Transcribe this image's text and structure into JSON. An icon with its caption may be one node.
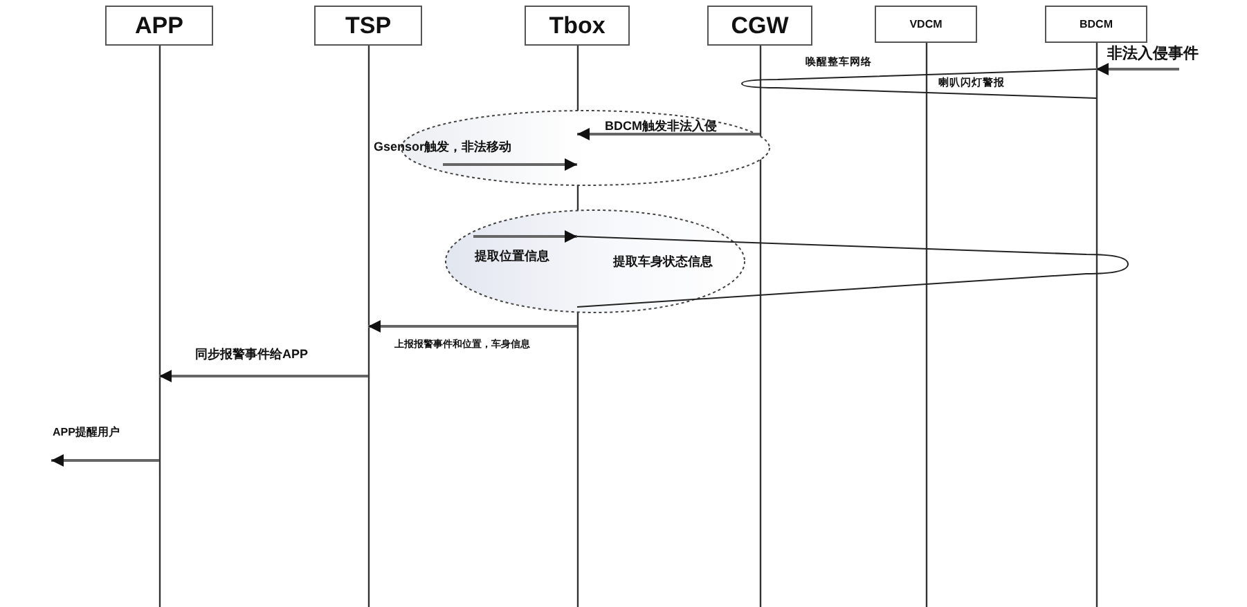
{
  "diagram": {
    "nodes": [
      {
        "text": [
          "APP"
        ]
      },
      {
        "text": [
          "TSP"
        ]
      },
      {
        "text": [
          "Tbox"
        ]
      },
      {
        "text": [
          "CGW"
        ]
      },
      {
        "text": [
          "VDCM"
        ]
      },
      {
        "text": [
          "BDCM"
        ]
      }
    ],
    "edges": [
      {
        "from": null,
        "to": 5,
        "arrow": "to",
        "label": "非法入侵事件"
      },
      {
        "from": 5,
        "to": 3,
        "arrow": "none",
        "label": "唤醒整车网络"
      },
      {
        "from": 3,
        "to": 5,
        "arrow": "none",
        "label": "喇叭闪灯警报"
      },
      {
        "from": 3,
        "to": 2,
        "arrow": "to",
        "label": "BDCM触发非法入侵"
      },
      {
        "from": null,
        "to": 2,
        "arrow": "to",
        "label": "Gsensor触发，非法移动"
      },
      {
        "from": null,
        "to": 2,
        "arrow": "to",
        "label": "提取位置信息"
      },
      {
        "from": 2,
        "to": 5,
        "arrow": "none",
        "label": "提取车身状态信息"
      },
      {
        "from": 5,
        "to": 2,
        "arrow": "none"
      },
      {
        "from": 2,
        "to": 1,
        "arrow": "to",
        "label": "上报报警事件和位置，车身信息"
      },
      {
        "from": 1,
        "to": 0,
        "arrow": "to",
        "label": "同步报警事件给APP"
      },
      {
        "from": 0,
        "to": null,
        "arrow": "to",
        "label": "APP提醒用户"
      }
    ]
  }
}
